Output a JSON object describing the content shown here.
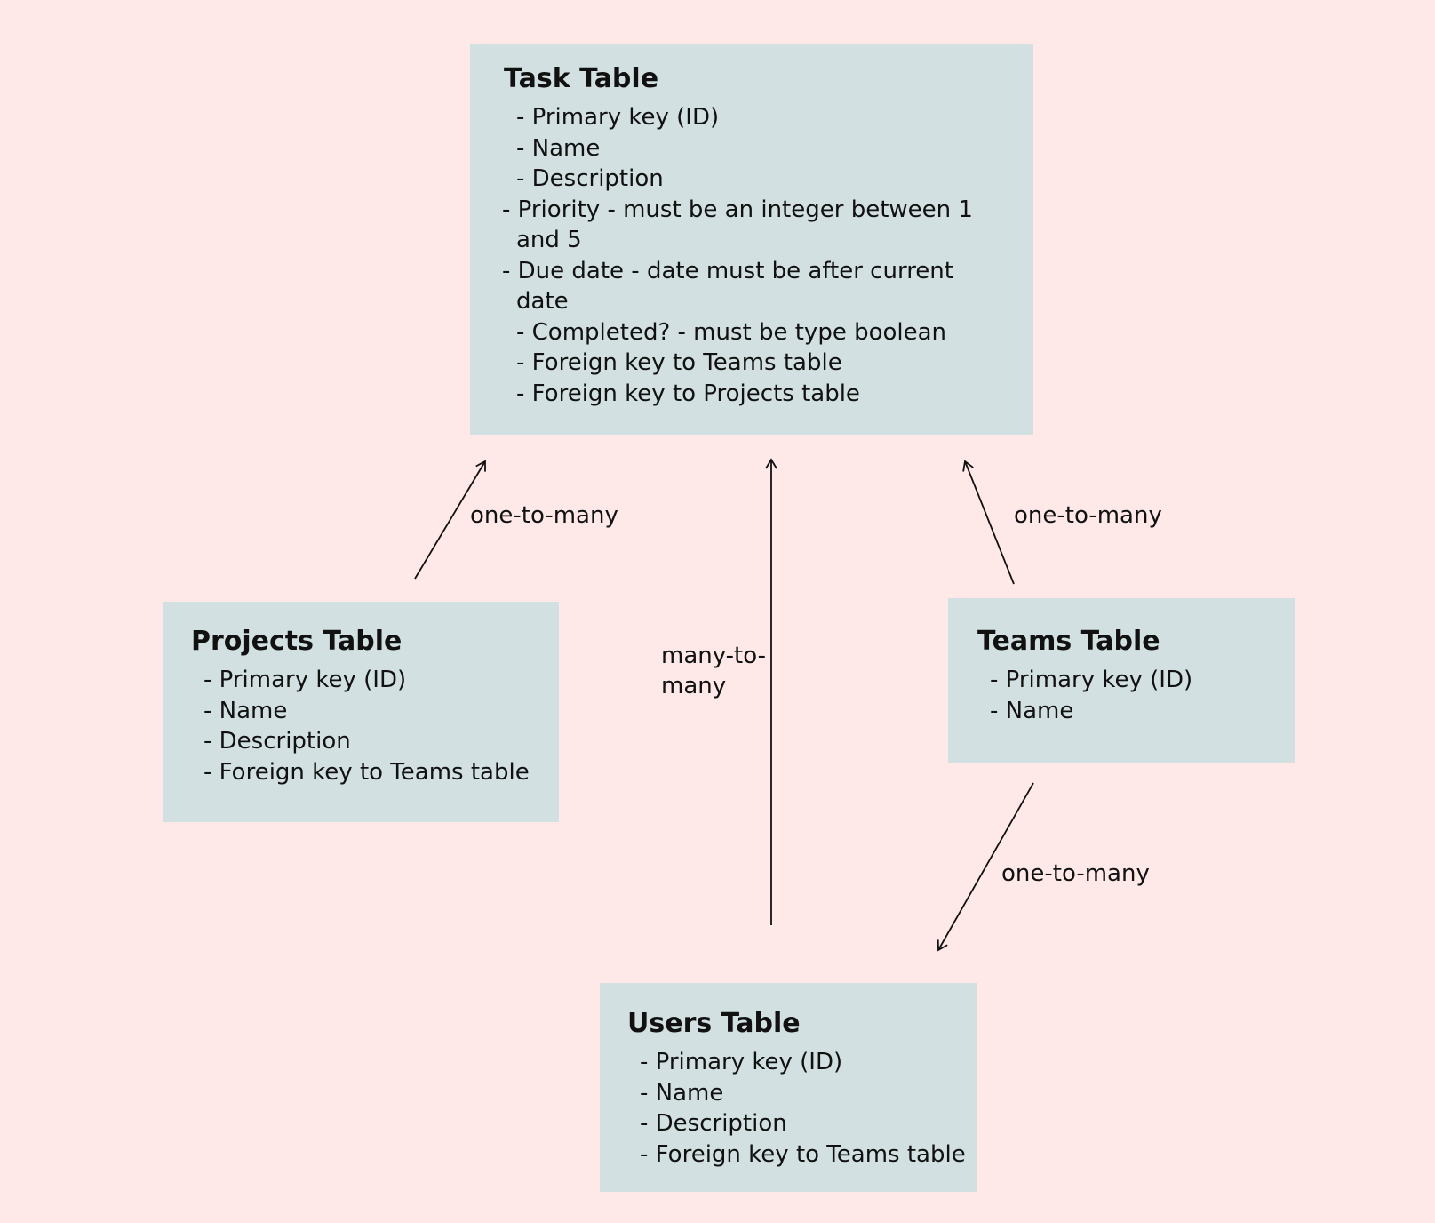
{
  "task_table": {
    "title": "Task Table",
    "fields": [
      "- Primary key (ID)",
      "- Name",
      "- Description",
      "- Priority - must be an integer between 1 and 5",
      "- Due date - date must be after current date",
      "- Completed? - must be type boolean",
      "- Foreign key to Teams table",
      "- Foreign key to Projects table"
    ]
  },
  "projects_table": {
    "title": "Projects Table",
    "fields": [
      "- Primary key (ID)",
      "- Name",
      "- Description",
      "- Foreign key to Teams table"
    ]
  },
  "teams_table": {
    "title": "Teams Table",
    "fields": [
      "- Primary key (ID)",
      "- Name"
    ]
  },
  "users_table": {
    "title": "Users Table",
    "fields": [
      "- Primary key (ID)",
      "- Name",
      "- Description",
      "- Foreign key to Teams table"
    ]
  },
  "relationships": {
    "projects_to_task": "one-to-many",
    "teams_to_task": "one-to-many",
    "users_to_task": "many-to-many",
    "teams_to_users": "one-to-many"
  },
  "colors": {
    "background": "#fee8e8",
    "box_fill": "#d2e0e1",
    "text": "#111111"
  }
}
